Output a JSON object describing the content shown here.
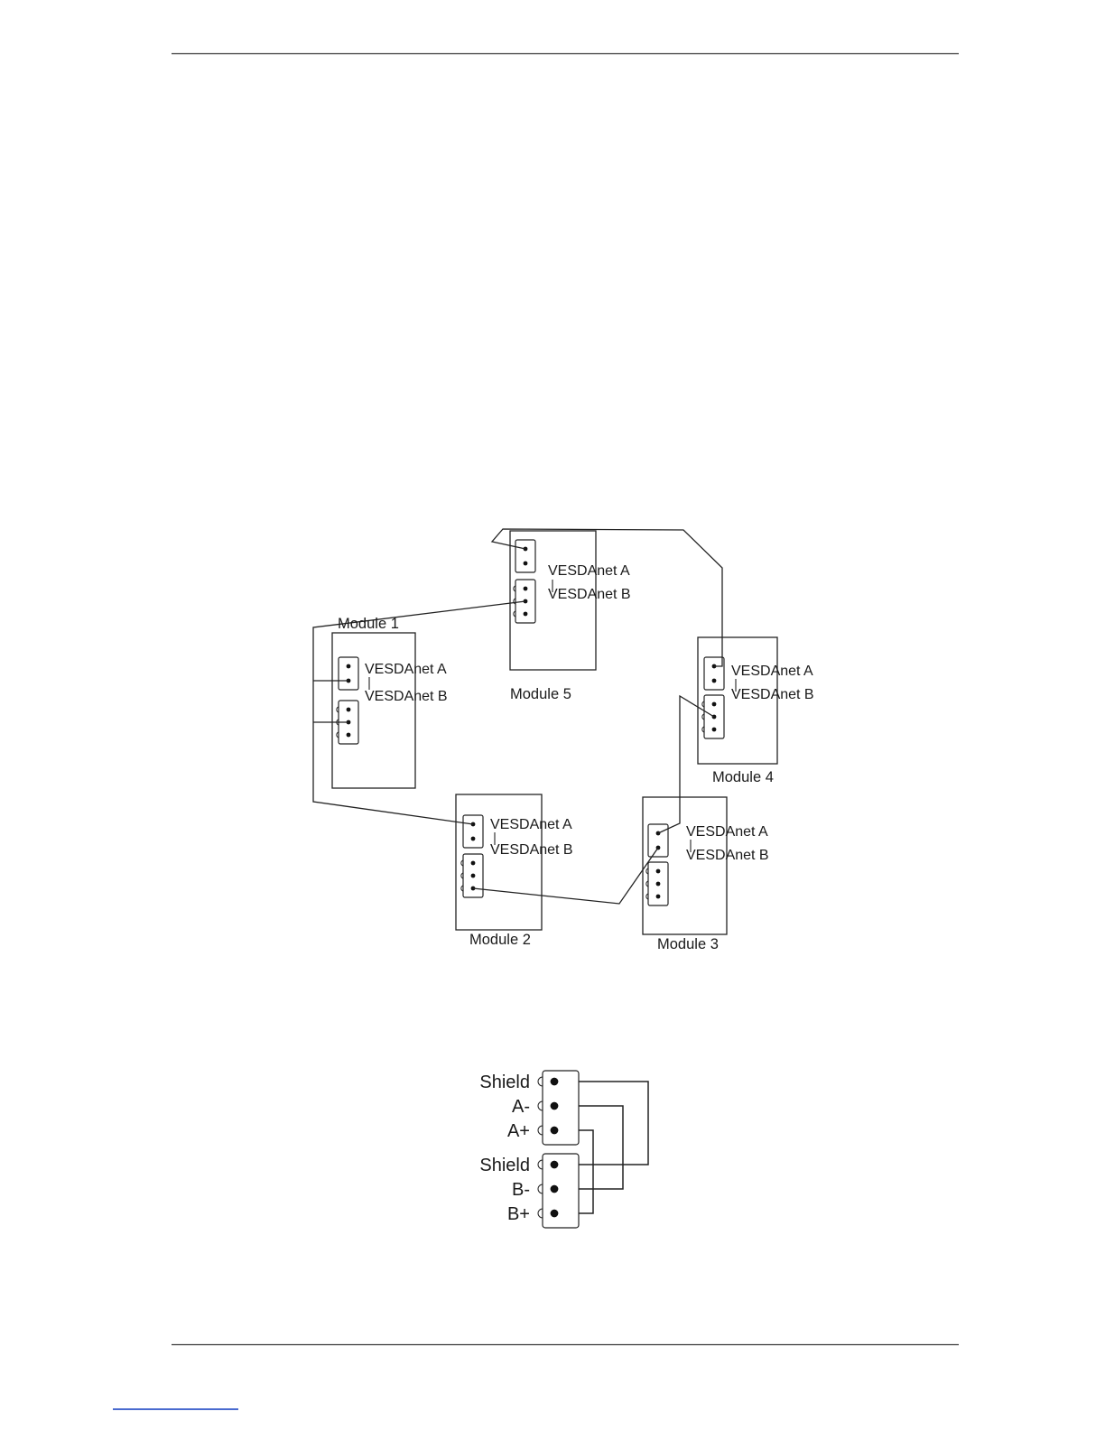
{
  "page": {
    "background": "#ffffff",
    "has_top_rule": true,
    "has_bottom_rule": true
  },
  "network_diagram": {
    "description": "VESDAnet loop wiring between five modules",
    "modules": [
      {
        "name": "Module 1",
        "port_a": "VESDAnet A",
        "port_b": "VESDAnet B"
      },
      {
        "name": "Module 2",
        "port_a": "VESDAnet A",
        "port_b": "VESDAnet B"
      },
      {
        "name": "Module 3",
        "port_a": "VESDAnet A",
        "port_b": "VESDAnet B"
      },
      {
        "name": "Module 4",
        "port_a": "VESDAnet A",
        "port_b": "VESDAnet B"
      },
      {
        "name": "Module 5",
        "port_a": "VESDAnet A",
        "port_b": "VESDAnet B"
      }
    ]
  },
  "terminal_diagram": {
    "description": "VESDAnet termination detail with A and B terminal blocks cross-wired",
    "pins_a": [
      "Shield",
      "A-",
      "A+"
    ],
    "pins_b": [
      "Shield",
      "B-",
      "B+"
    ]
  },
  "colors": {
    "line": "#222222",
    "text": "#1a1a1a",
    "link_underline": "#2f55c8"
  }
}
